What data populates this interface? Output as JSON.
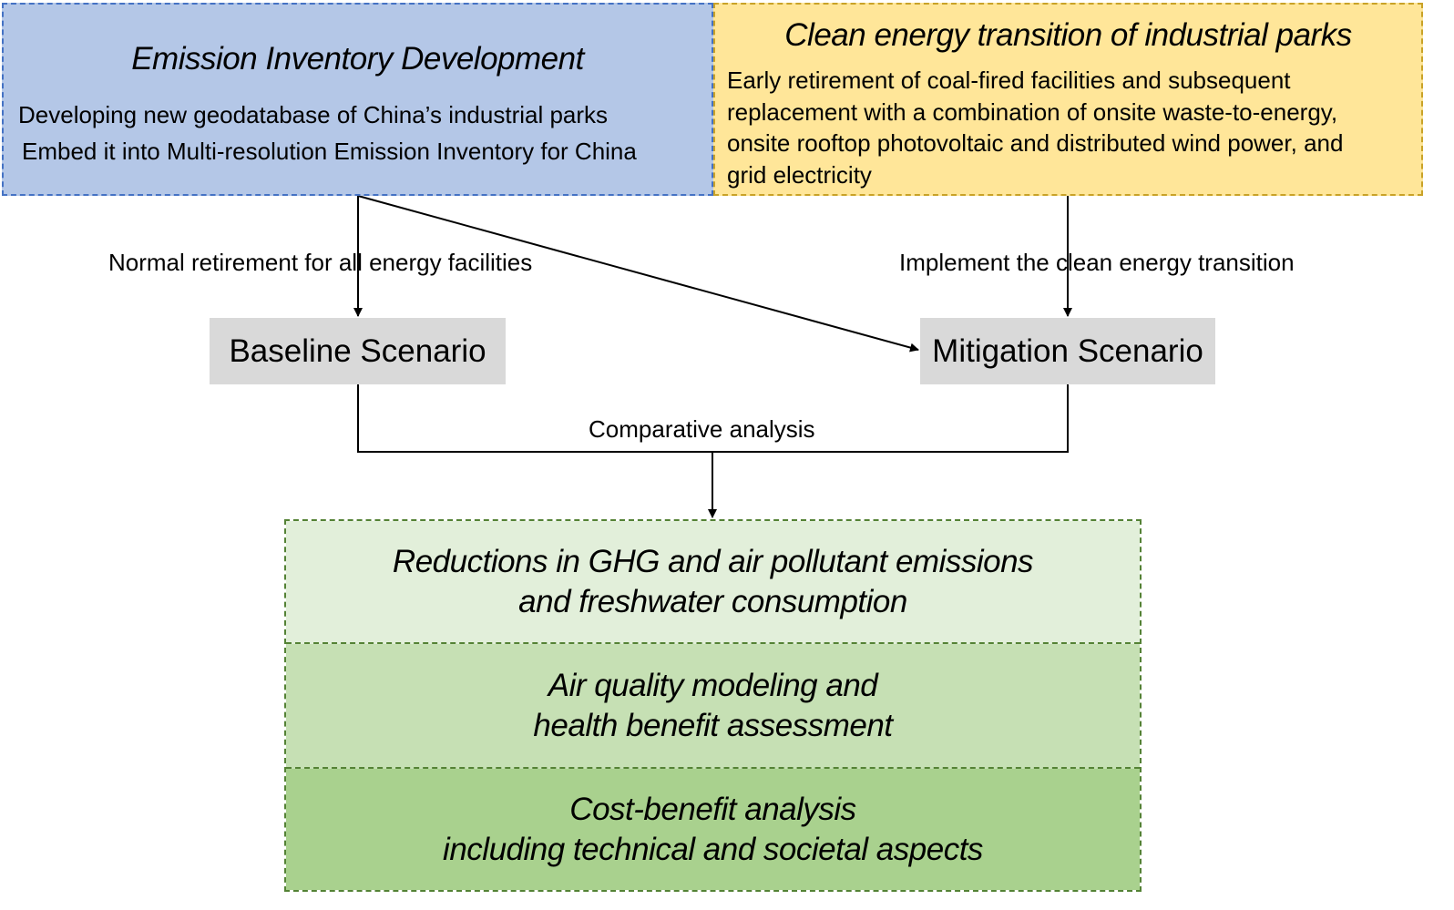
{
  "inventory": {
    "title": "Emission Inventory Development",
    "line_1": "Developing new geodatabase of China’s industrial parks",
    "line_2": "Embed it into Multi-resolution Emission Inventory for China"
  },
  "transition": {
    "title": "Clean energy transition of industrial parks",
    "lines": [
      "Early retirement of coal-fired facilities and subsequent",
      "replacement with a combination of onsite waste-to-energy,",
      "onsite rooftop photovoltaic and distributed wind power, and",
      "grid electricity"
    ]
  },
  "flow_labels": {
    "normal": "Normal retirement for all energy facilities",
    "implement": "Implement the clean energy transition",
    "comparative": "Comparative analysis"
  },
  "scenarios": {
    "baseline": "Baseline Scenario",
    "mitigation": "Mitigation Scenario"
  },
  "results": {
    "emissions": [
      "Reductions in GHG and air pollutant emissions",
      "and freshwater consumption"
    ],
    "air_quality": [
      "Air quality modeling and",
      "health benefit assessment"
    ],
    "cost": [
      "Cost-benefit analysis",
      "including technical and societal aspects"
    ]
  },
  "colors": {
    "inventory_fill": "#b4c7e7",
    "transition_fill": "#ffe699",
    "scenario_fill": "#d9d9d9",
    "result_light": "#e2efda",
    "result_mid": "#c6e0b4",
    "result_dark": "#a9d18e"
  }
}
